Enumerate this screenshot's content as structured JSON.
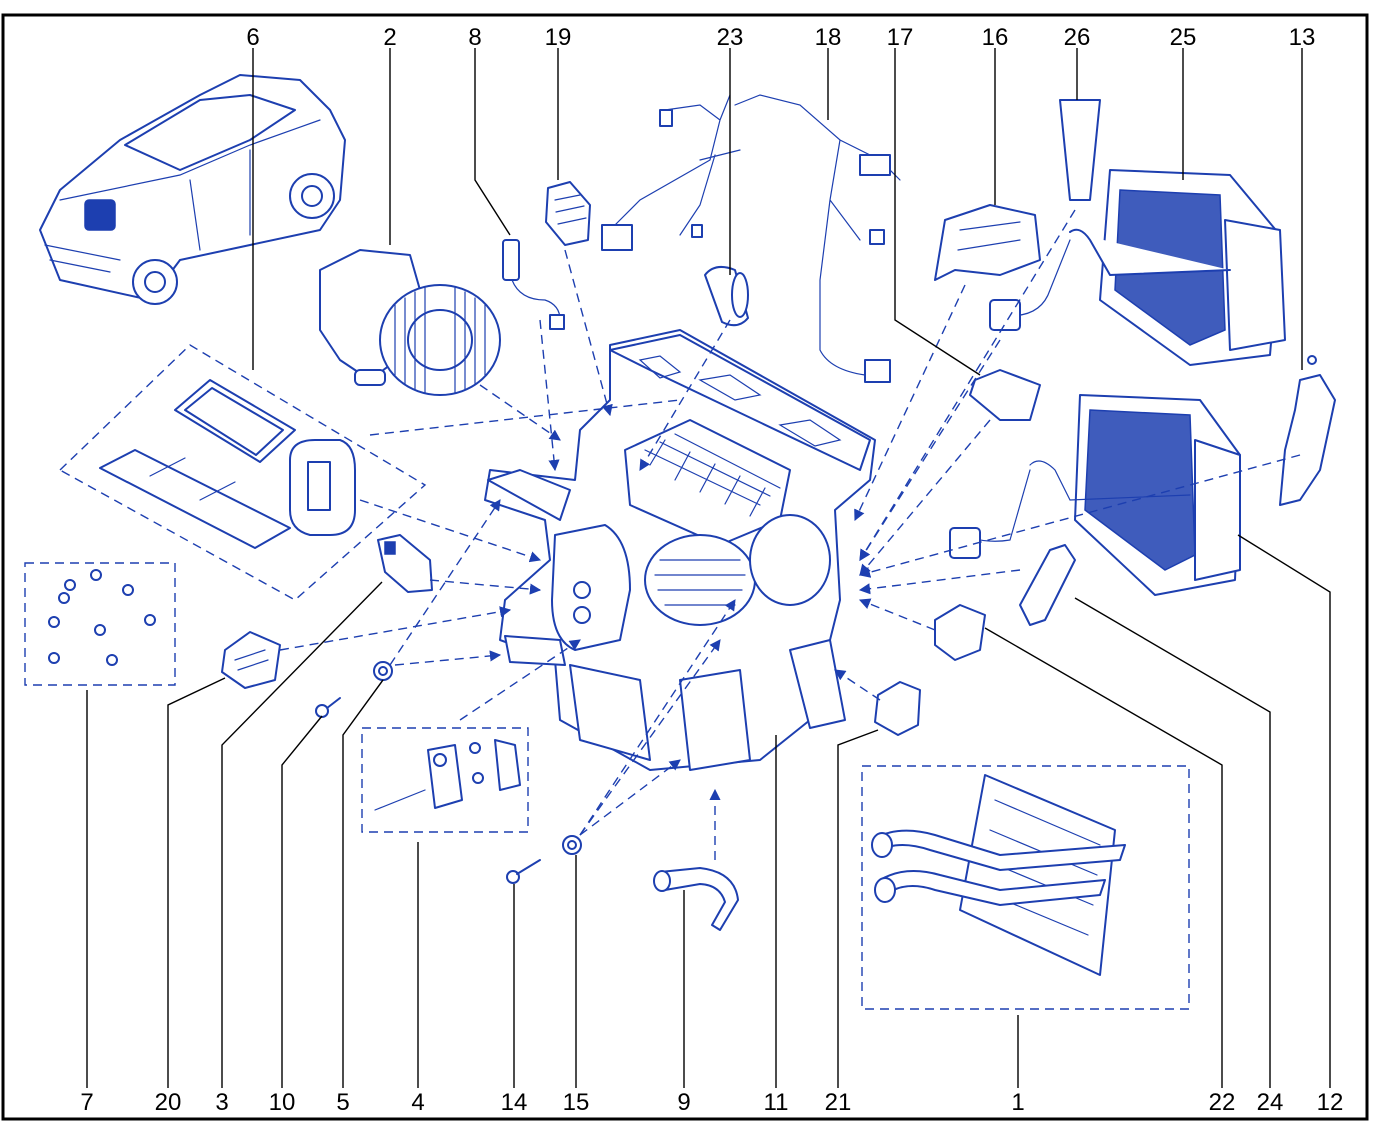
{
  "labels_top": [
    "6",
    "2",
    "8",
    "19",
    "23",
    "18",
    "17",
    "16",
    "26",
    "25",
    "13"
  ],
  "labels_bottom": [
    "7",
    "20",
    "3",
    "10",
    "5",
    "4",
    "14",
    "15",
    "9",
    "11",
    "21",
    "1",
    "22",
    "24",
    "12"
  ],
  "colors": {
    "line": "#1d3fb0",
    "text": "#000000",
    "frame": "#000000"
  }
}
